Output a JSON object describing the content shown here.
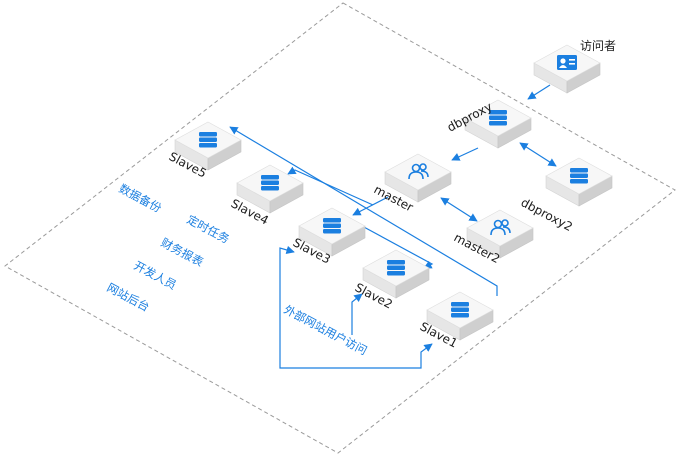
{
  "colors": {
    "accent": "#1b7fe0",
    "box_top": "#f7f7f7",
    "box_left": "#e6e6e6",
    "box_right": "#cfcfcf",
    "region_border": "#9a9a9a"
  },
  "nodes": {
    "visitor": {
      "label": "访问者",
      "icon": "user-card-icon"
    },
    "dbproxy": {
      "label": "dbproxy",
      "icon": "database-icon"
    },
    "dbproxy2": {
      "label": "dbproxy2",
      "icon": "database-icon"
    },
    "master": {
      "label": "master",
      "icon": "users-icon"
    },
    "master2": {
      "label": "master2",
      "icon": "users-icon"
    },
    "slave1": {
      "label": "Slave1",
      "icon": "database-icon"
    },
    "slave2": {
      "label": "Slave2",
      "icon": "database-icon"
    },
    "slave3": {
      "label": "Slave3",
      "icon": "database-icon"
    },
    "slave4": {
      "label": "Slave4",
      "icon": "database-icon"
    },
    "slave5": {
      "label": "Slave5",
      "icon": "database-icon"
    }
  },
  "annotations": {
    "data_backup": "数据备份",
    "scheduled_task": "定时任务",
    "financial_report": "财务报表",
    "developer": "开发人员",
    "site_backend": "网站后台",
    "external_access": "外部网站用户访问"
  }
}
